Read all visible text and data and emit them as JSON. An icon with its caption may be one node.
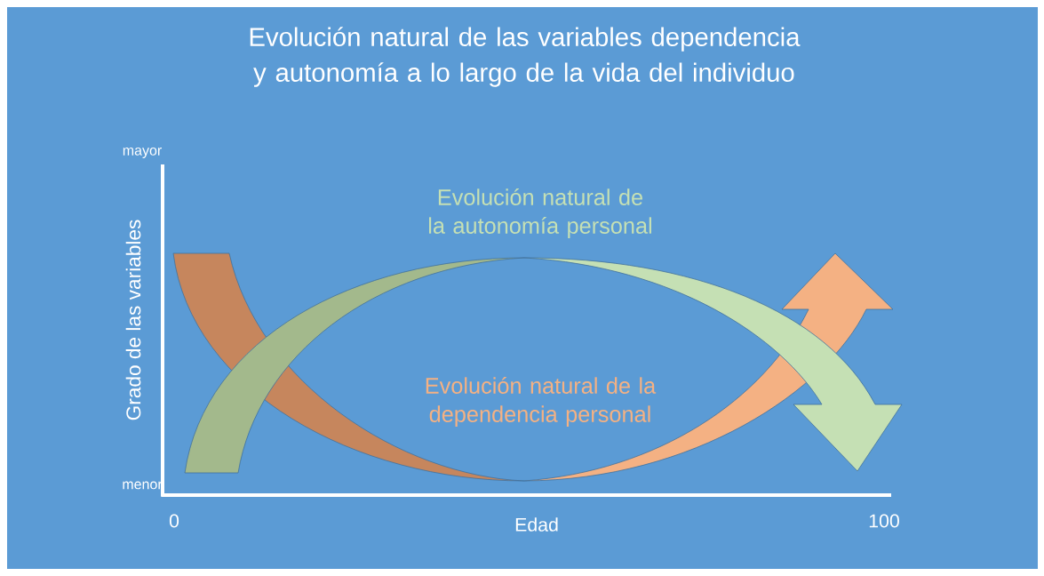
{
  "diagram": {
    "title": "Evolución natural de las variables dependencia y autonomía a lo largo de la vida del individuo",
    "labels": [
      "mayor",
      "Evolución natural de la autonomía personal",
      "Grado de las variables",
      "Evolución natural de la dependencia personal",
      "menor",
      "0",
      "Edad",
      "100"
    ]
  }
}
